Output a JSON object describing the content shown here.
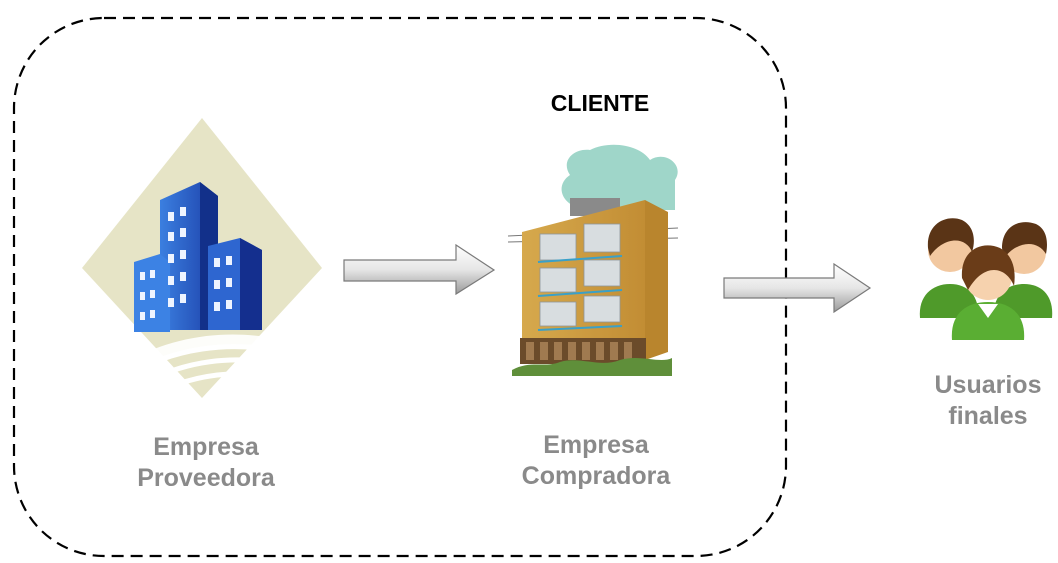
{
  "client": {
    "title": "CLIENTE"
  },
  "provider": {
    "line1": "Empresa",
    "line2": "Proveedora",
    "icon": "office-building-icon"
  },
  "buyer": {
    "line1": "Empresa",
    "line2": "Compradora",
    "icon": "apartment-building-icon"
  },
  "users": {
    "line1": "Usuarios",
    "line2": "finales",
    "icon": "user-group-icon"
  },
  "colors": {
    "label": "#8a8a8a",
    "arrow": "#d9d9d9",
    "border": "#000000"
  }
}
